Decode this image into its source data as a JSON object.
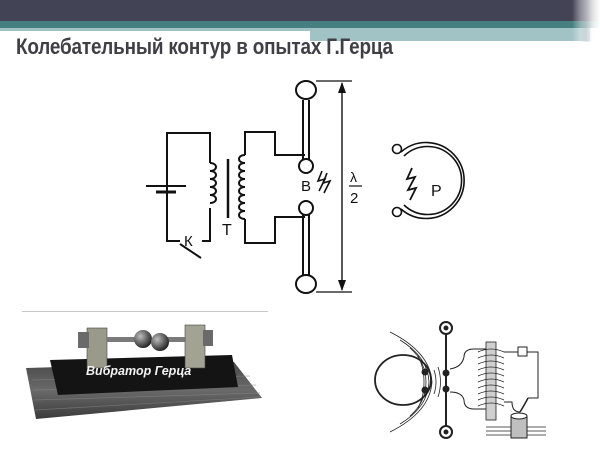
{
  "slide": {
    "title": "Колебательный контур в опытах Г.Герца",
    "header_colors": {
      "dark": "#434356",
      "teal": "#467f80",
      "light_teal": "#a2c3c5"
    }
  },
  "schematic": {
    "labels": {
      "key": "К",
      "transformer": "Т",
      "vibrator": "В",
      "resonator": "Р",
      "lambda": "λ",
      "half_denominator": "2"
    },
    "components": [
      "battery",
      "key",
      "primary-coil",
      "transformer-core",
      "secondary-coil",
      "vibrator-rods",
      "spark-gap",
      "resonator-ring"
    ]
  },
  "photo": {
    "caption": "Вибратор Герца"
  },
  "engraving": {
    "components": [
      "resonator-loop",
      "vibrator",
      "induction-coil",
      "interrupter"
    ]
  }
}
